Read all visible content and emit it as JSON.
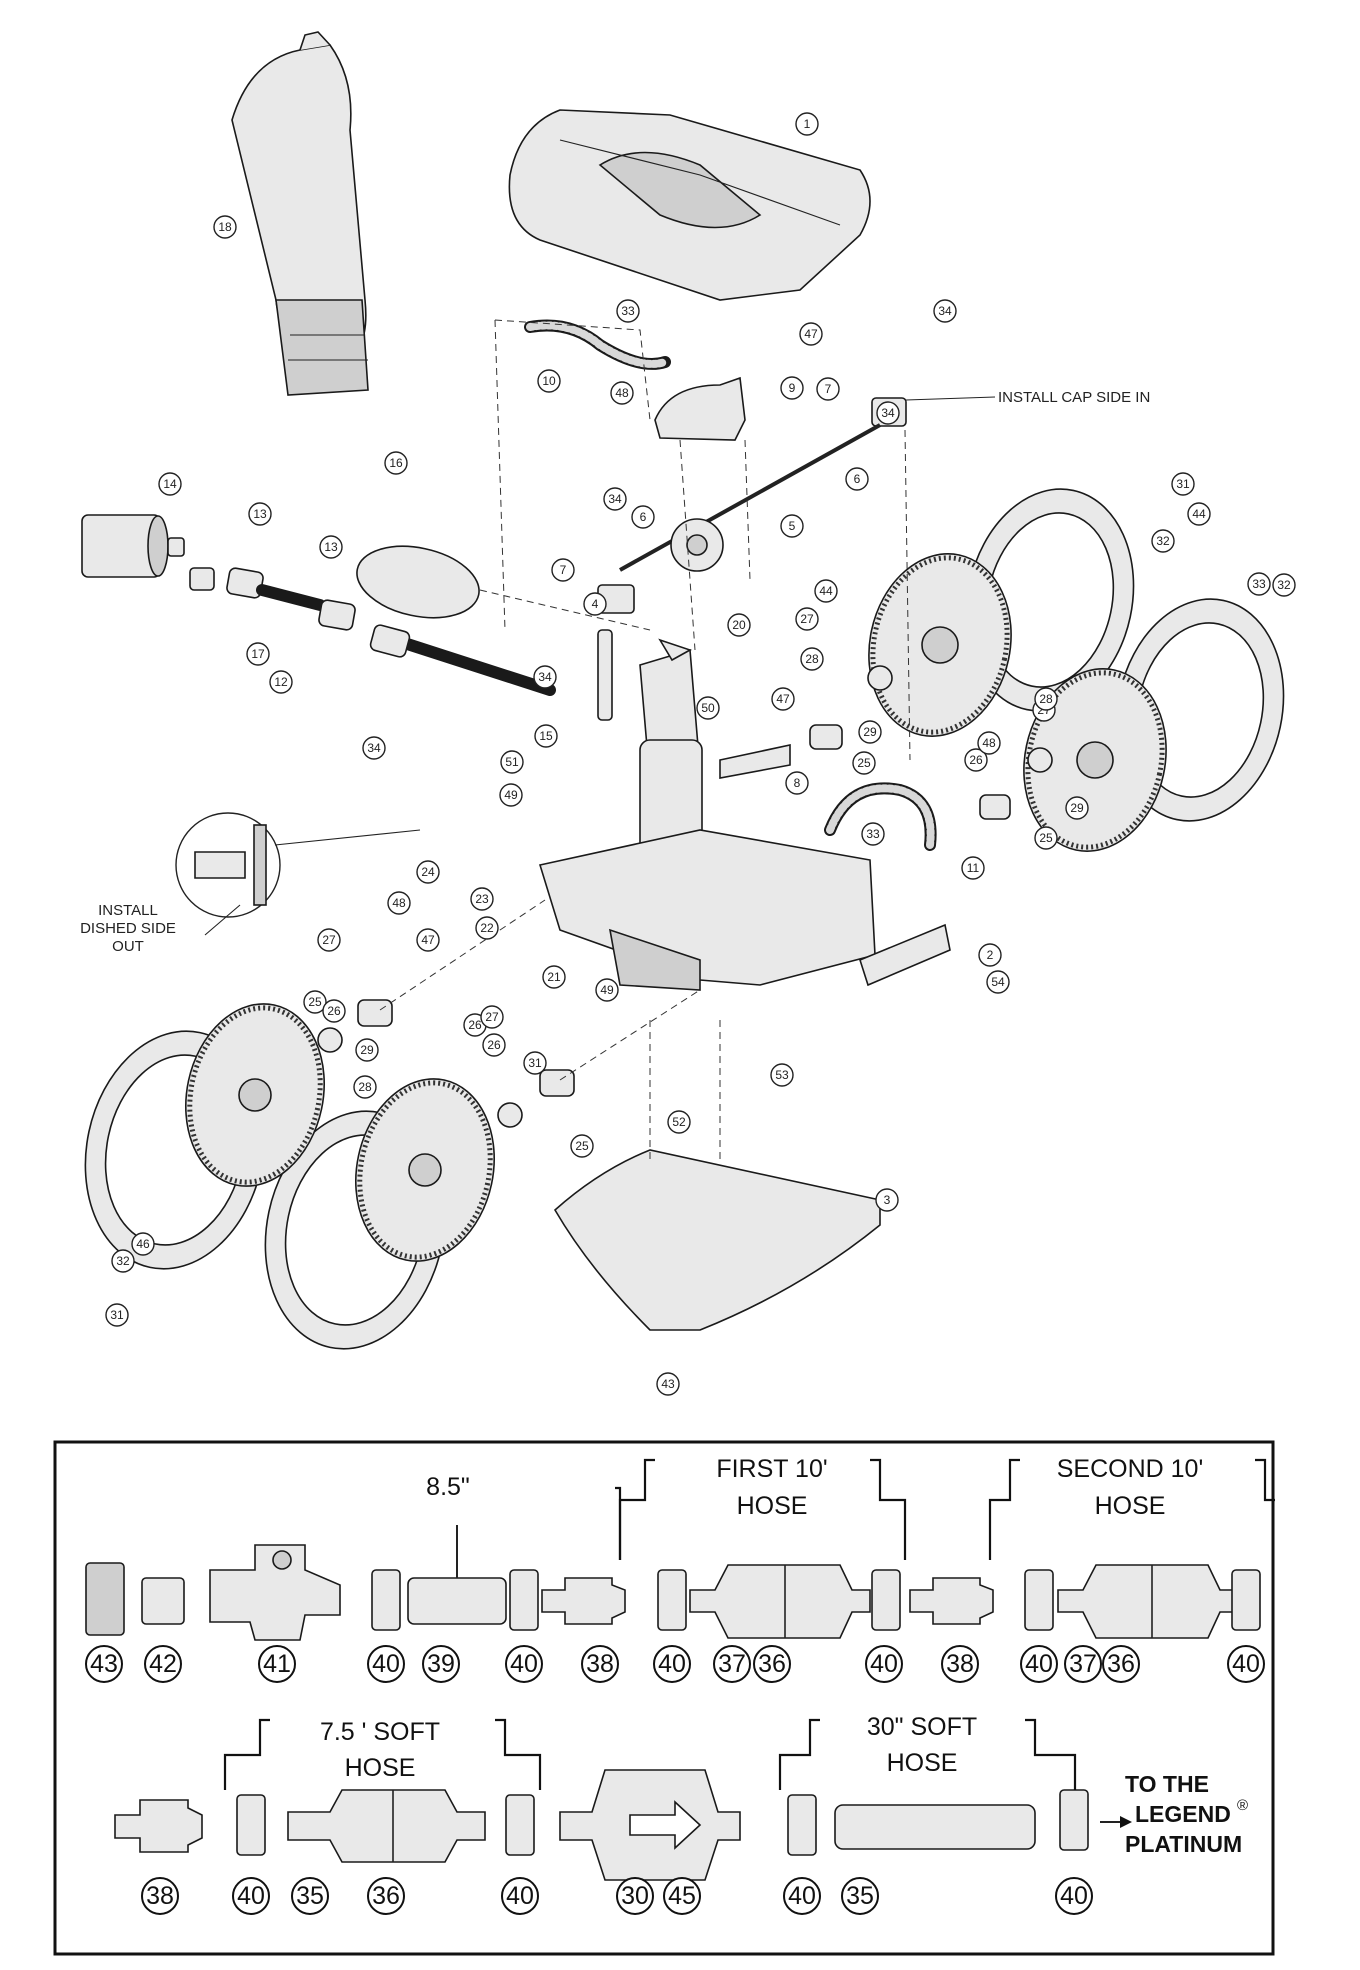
{
  "diagram": {
    "install_cap_note": "INSTALL CAP SIDE IN",
    "install_dished_note": [
      "INSTALL",
      "DISHED SIDE",
      "OUT"
    ],
    "callouts": [
      "1",
      "2",
      "3",
      "4",
      "5",
      "6",
      "6",
      "7",
      "7",
      "8",
      "9",
      "10",
      "11",
      "12",
      "13",
      "13",
      "14",
      "15",
      "16",
      "17",
      "18",
      "20",
      "21",
      "22",
      "23",
      "24",
      "25",
      "25",
      "25",
      "25",
      "26",
      "26",
      "26",
      "26",
      "27",
      "27",
      "27",
      "27",
      "28",
      "28",
      "28",
      "29",
      "29",
      "29",
      "31",
      "31",
      "31",
      "32",
      "32",
      "32",
      "33",
      "33",
      "33",
      "34",
      "34",
      "34",
      "34",
      "34",
      "43",
      "44",
      "44",
      "46",
      "47",
      "47",
      "47",
      "48",
      "48",
      "48",
      "49",
      "49",
      "50",
      "51",
      "52",
      "53",
      "54"
    ]
  },
  "hose_sequence": {
    "segment_labels": {
      "length_8_5": "8.5\"",
      "first_hose": [
        "FIRST 10'",
        "HOSE"
      ],
      "second_hose": [
        "SECOND 10'",
        "HOSE"
      ],
      "soft_7_5": [
        "7.5 ' SOFT",
        "HOSE"
      ],
      "soft_30": [
        "30\" SOFT",
        "HOSE"
      ]
    },
    "row1": [
      "43",
      "42",
      "41",
      "40",
      "39",
      "40",
      "38",
      "40",
      "37",
      "36",
      "40",
      "38",
      "40",
      "37",
      "36",
      "40"
    ],
    "row2": [
      "38",
      "40",
      "35",
      "36",
      "40",
      "30",
      "45",
      "40",
      "35",
      "40"
    ],
    "destination": [
      "TO THE",
      "LEGEND",
      "PLATINUM"
    ],
    "registered_mark": "®"
  }
}
